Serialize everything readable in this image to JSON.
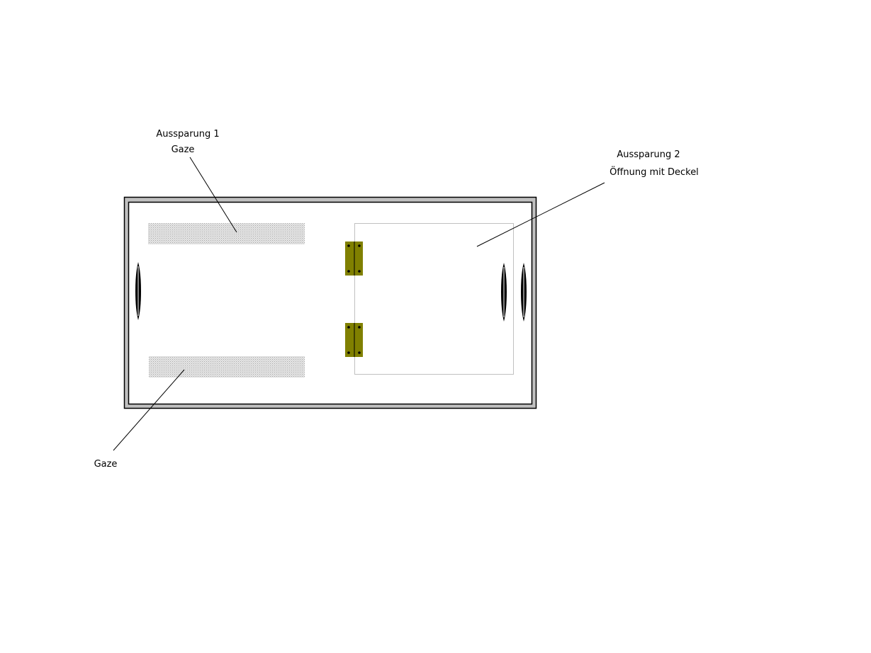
{
  "labels": {
    "cutout1_title": "Aussparung 1",
    "cutout1_sub": "Gaze",
    "cutout2_title": "Aussparung 2",
    "cutout2_sub": "Öffnung mit Deckel",
    "bottom_gauze": "Gaze"
  },
  "colors": {
    "frame": "#c0c0c0",
    "gauze": "#d4d4d4",
    "hinge": "#808000",
    "lid_outline": "#c0c0c0"
  }
}
